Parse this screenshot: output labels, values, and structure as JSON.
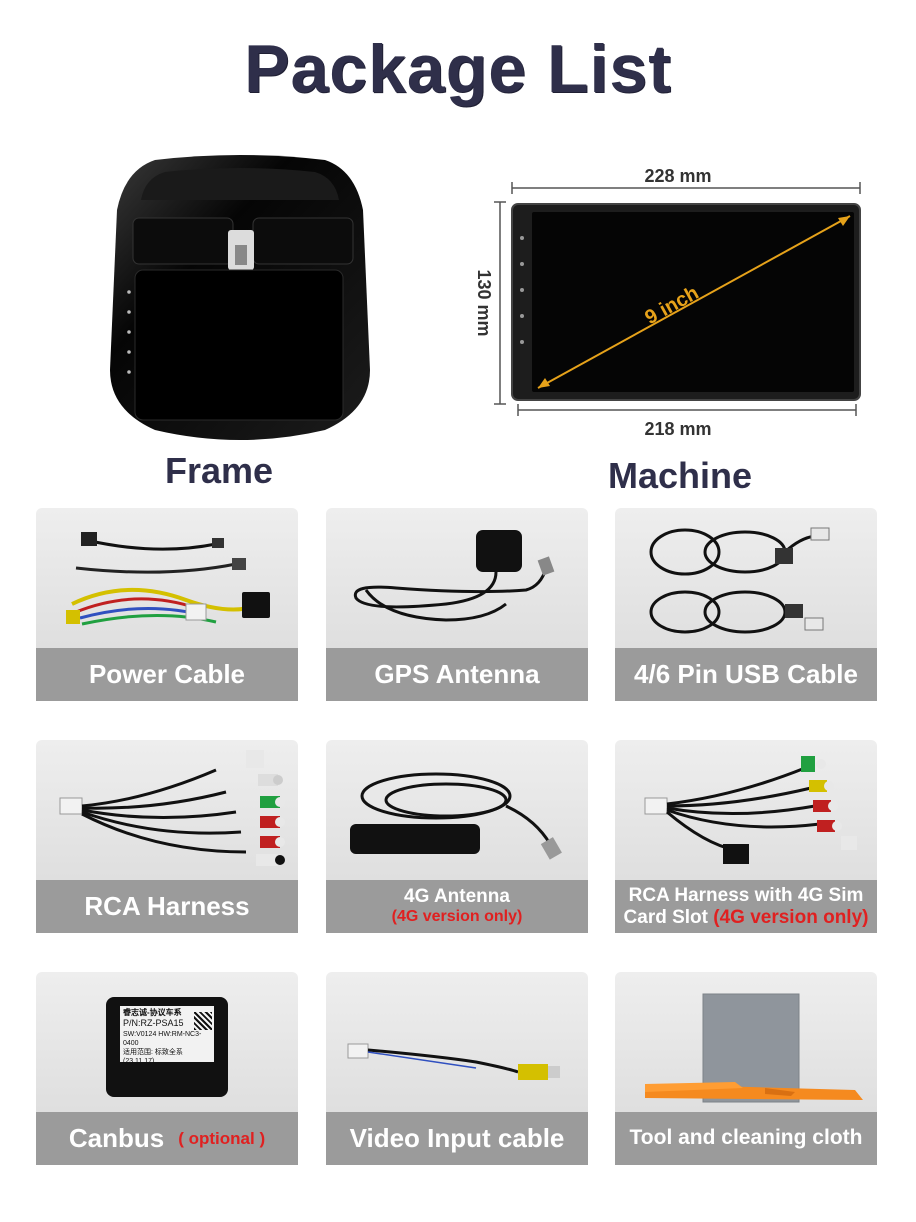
{
  "title": "Package List",
  "frame": {
    "label": "Frame"
  },
  "machine": {
    "label": "Machine",
    "width_top": "228 mm",
    "width_bottom": "218 mm",
    "height": "130 mm",
    "diagonal": "9 inch"
  },
  "items": [
    {
      "label": "Power Cable"
    },
    {
      "label": "GPS Antenna"
    },
    {
      "label": "4/6 Pin USB Cable"
    },
    {
      "label": "RCA Harness"
    },
    {
      "label": "4G Antenna",
      "note": "(4G version only)"
    },
    {
      "label_line1": "RCA Harness with 4G Sim",
      "label_line2": "Card Slot",
      "note": "(4G version only)"
    },
    {
      "label": "Canbus",
      "note": "( optional )"
    },
    {
      "label": "Video Input cable"
    },
    {
      "label": "Tool and cleaning cloth"
    }
  ],
  "canbus_box": {
    "line1": "睿志诚-协议车系",
    "line2": "P/N:RZ-PSA15",
    "line3": "SW:V0124 HW:RM-NC3-0400",
    "line4": "适用范围: 标致全系 (23.11.17)"
  },
  "colors": {
    "title": "#2f2f4a",
    "bar": "#9b9b9b",
    "note": "#e02020",
    "diagonal": "#e6a21a"
  }
}
